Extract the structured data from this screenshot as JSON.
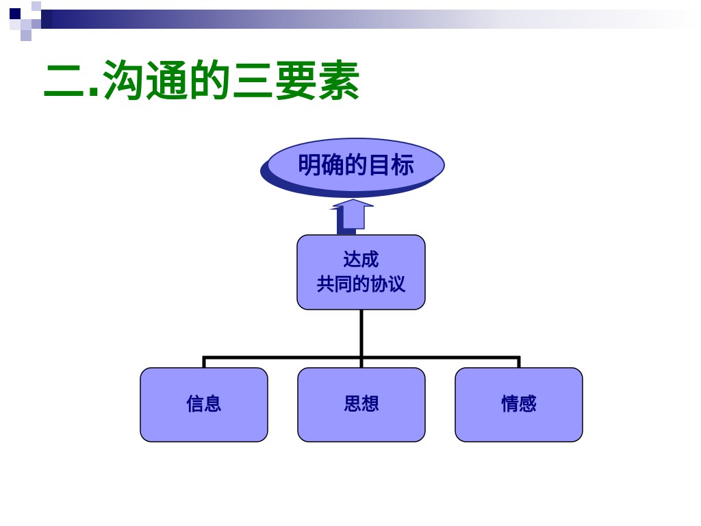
{
  "slide": {
    "title": "二.沟通的三要素"
  },
  "diagram": {
    "goal": "明确的目标",
    "center": {
      "line1": "达成",
      "line2": "共同的协议"
    },
    "elements": [
      "信息",
      "思想",
      "情感"
    ]
  },
  "colors": {
    "title": "#008000",
    "node_fill": "#9999FF",
    "node_text": "#000080",
    "goal_shadow": "#1F2A8A",
    "arrow_shadow": "#1F2A8A"
  }
}
